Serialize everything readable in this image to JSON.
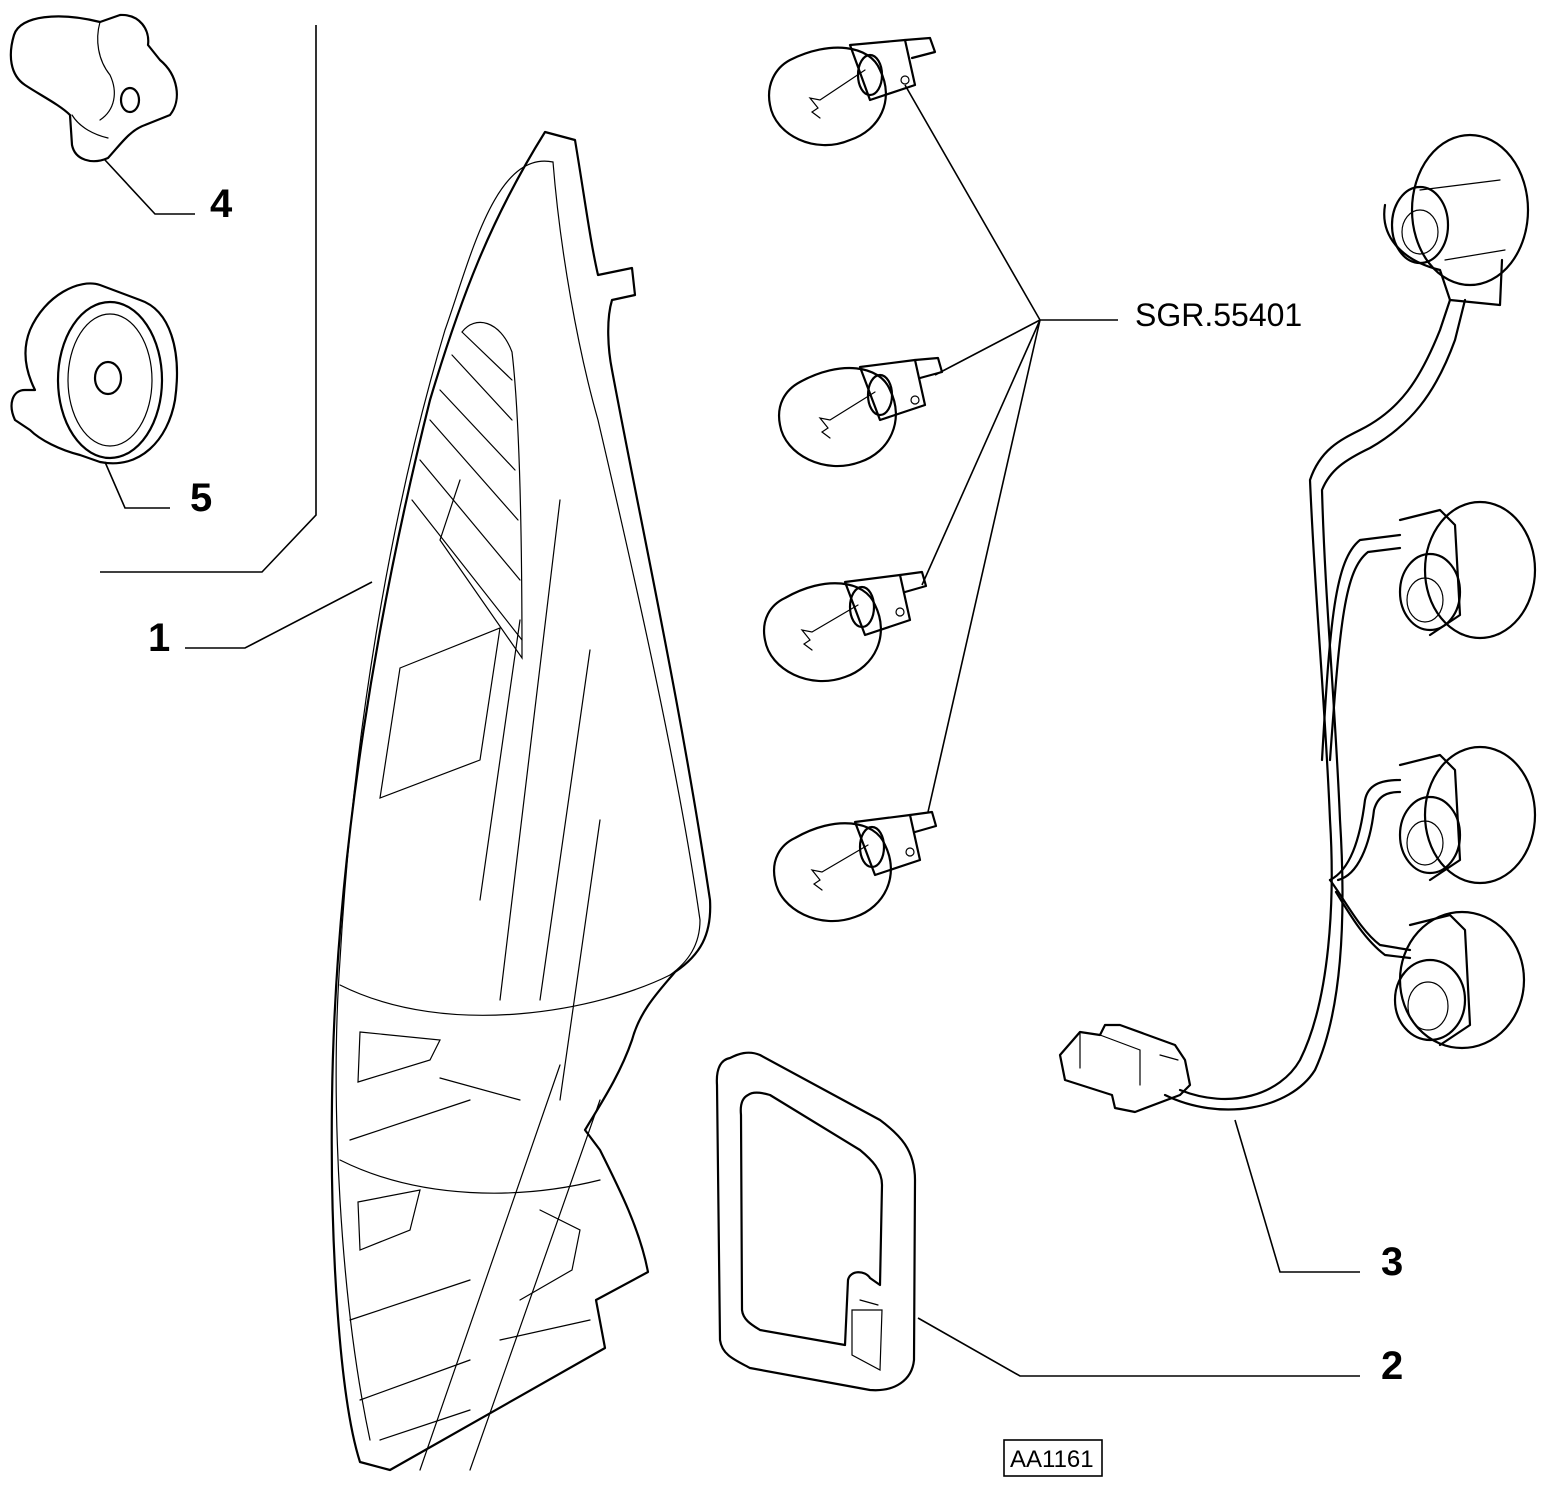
{
  "diagram": {
    "callouts": {
      "c1": "1",
      "c2": "2",
      "c3": "3",
      "c4": "4",
      "c5": "5"
    },
    "reference_label": "SGR.55401",
    "drawing_code": "AA1161"
  }
}
